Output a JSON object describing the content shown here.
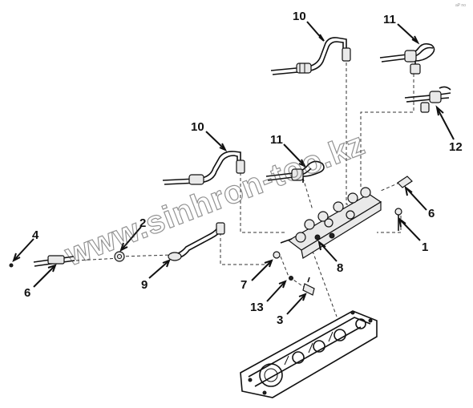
{
  "corner_tag": "aP no",
  "watermark": "www.sinhron-too.kz",
  "callouts": {
    "c10a": "10",
    "c11a": "11",
    "c12": "12",
    "c10b": "10",
    "c11b": "11",
    "c6a": "6",
    "c1": "1",
    "c8": "8",
    "c7": "7",
    "c13": "13",
    "c3": "3",
    "c2": "2",
    "c9": "9",
    "c4": "4",
    "c6b": "6"
  }
}
